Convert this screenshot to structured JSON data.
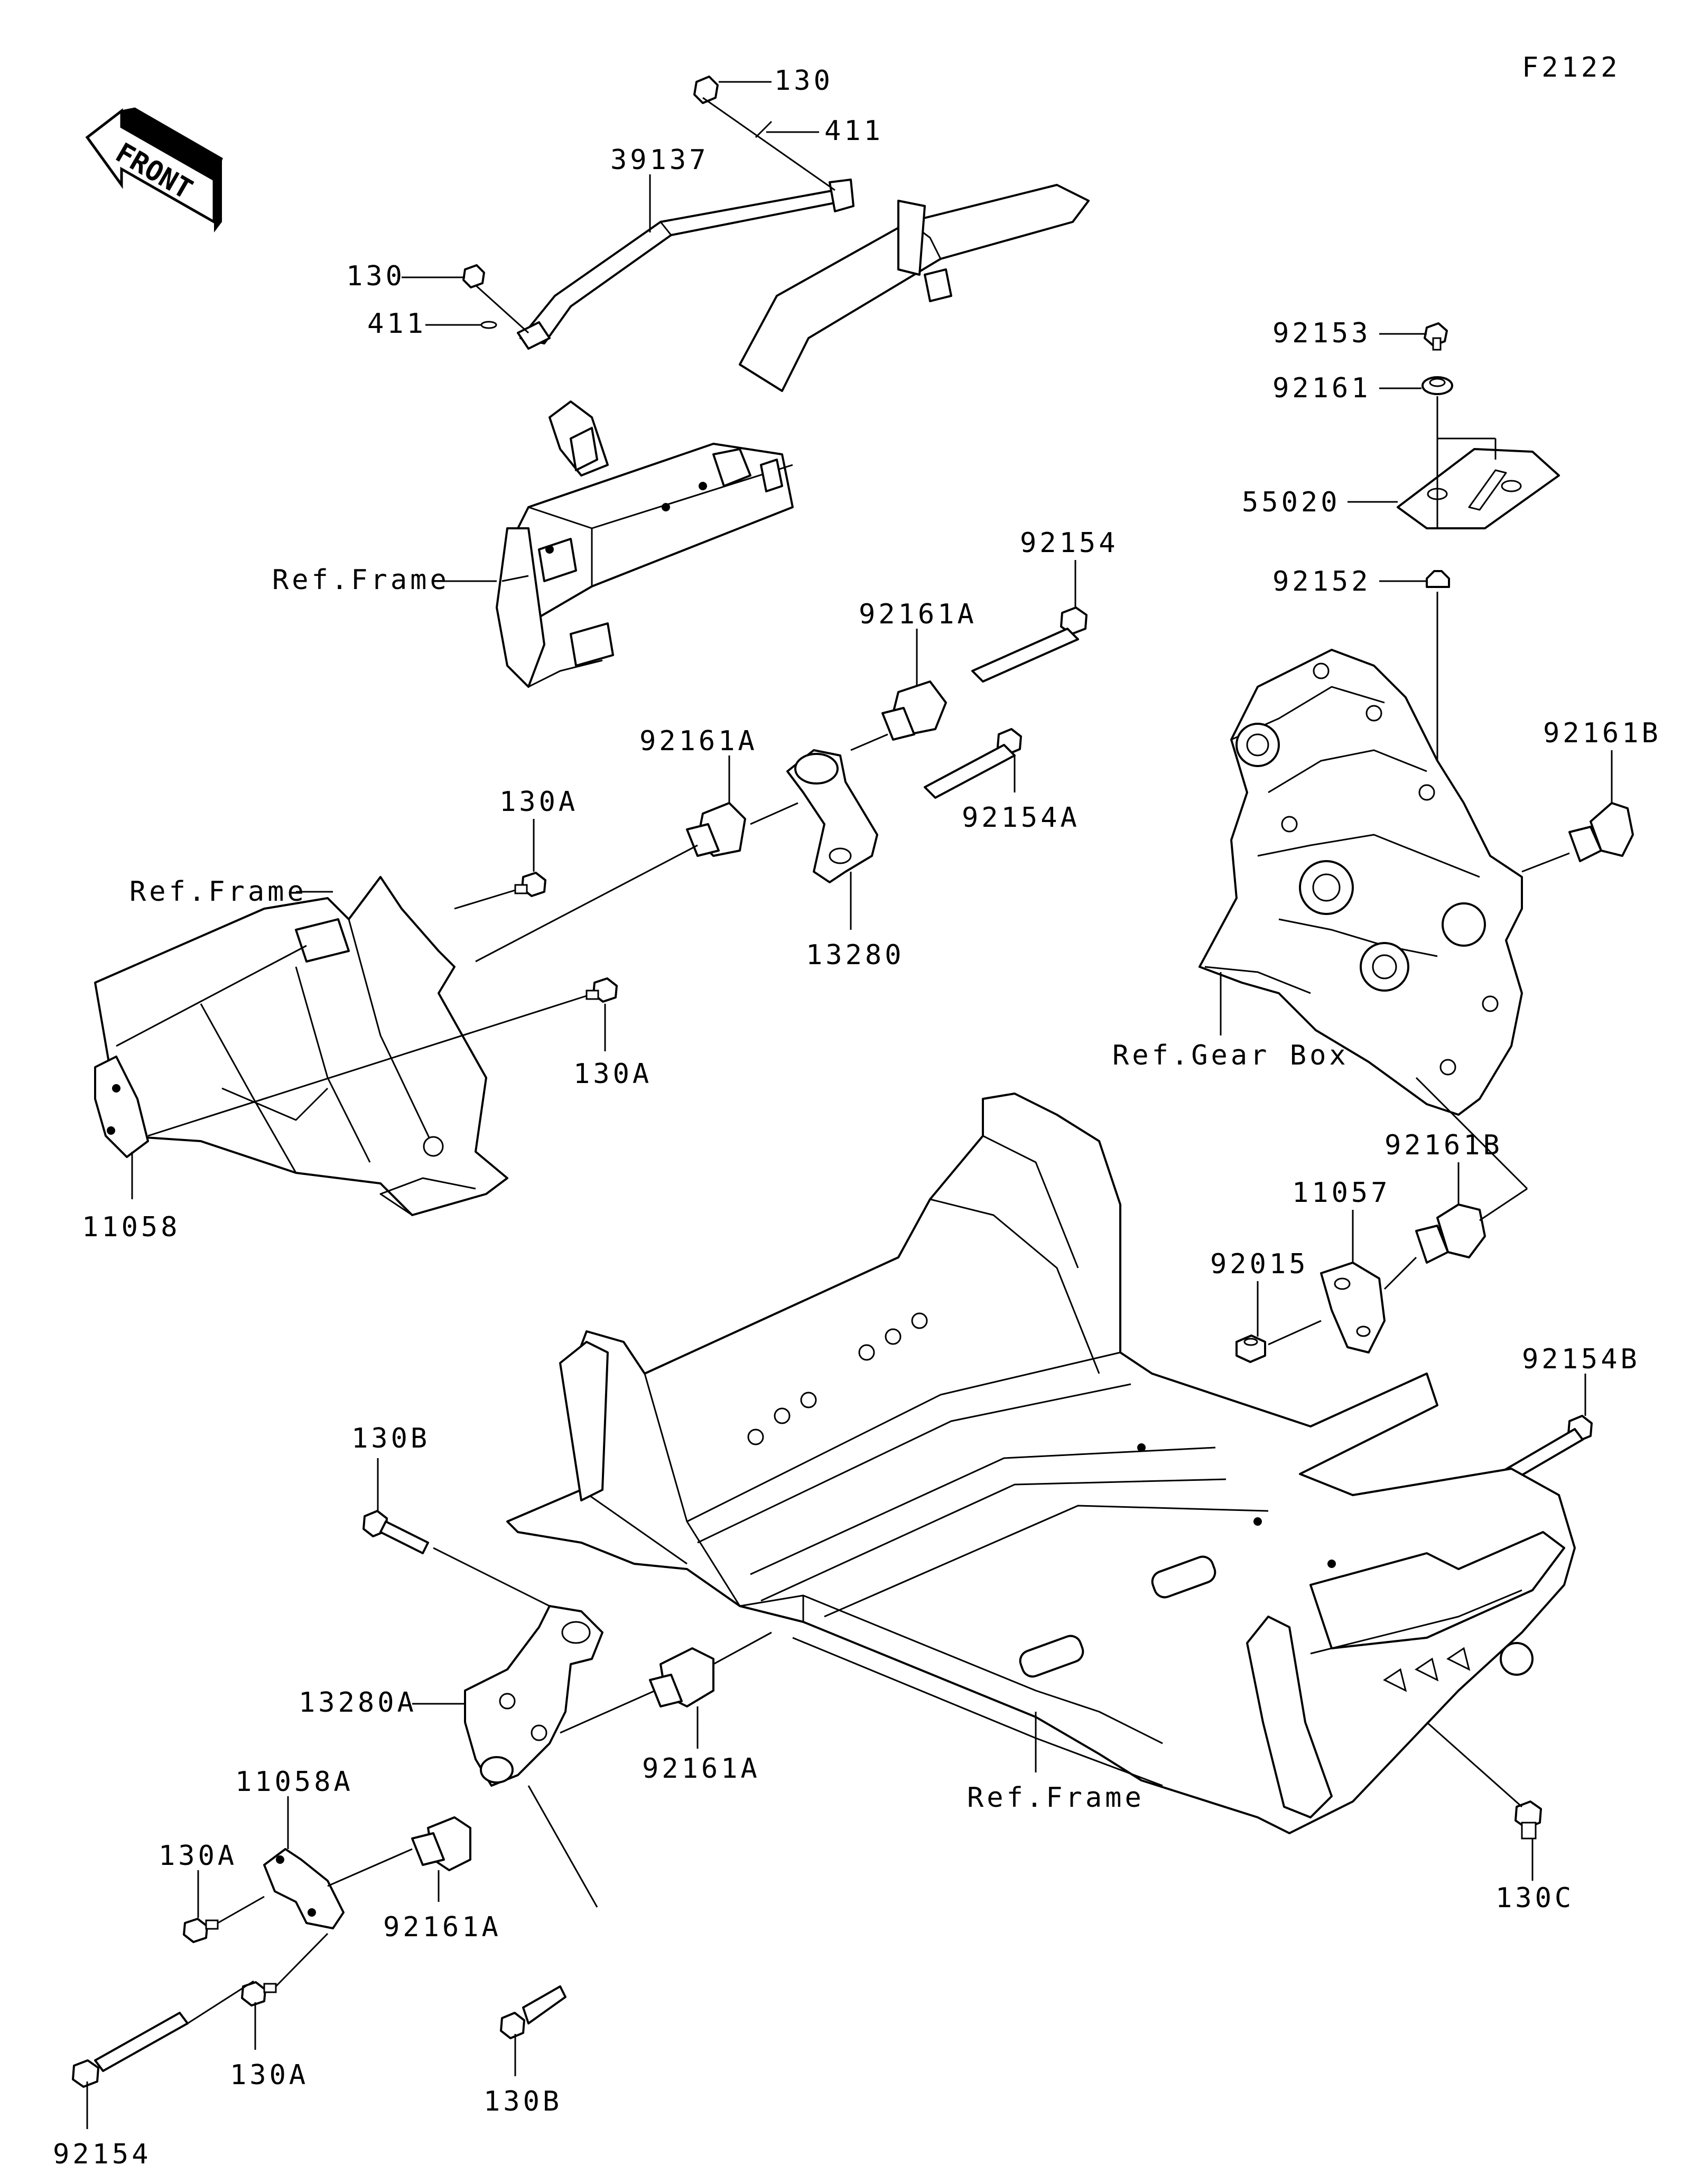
{
  "diagram": {
    "code": "F2122",
    "front_label": "FRONT",
    "labels": {
      "p130_top": "130",
      "p411_top": "411",
      "p39137": "39137",
      "p130_left": "130",
      "p411_left": "411",
      "ref_frame_top": "Ref.Frame",
      "p92153": "92153",
      "p92161": "92161",
      "p55020": "55020",
      "p92152": "92152",
      "p92154_mid": "92154",
      "p92161A_mid": "92161A",
      "p92161A_left": "92161A",
      "p92154A": "92154A",
      "p13280": "13280",
      "p130A_top": "130A",
      "ref_frame_left": "Ref.Frame",
      "p130A_mid": "130A",
      "p11058": "11058",
      "p92161B_top": "92161B",
      "ref_gear_box": "Ref.Gear Box",
      "p92161B_mid": "92161B",
      "p11057": "11057",
      "p92015": "92015",
      "p92154B": "92154B",
      "p130B_top": "130B",
      "p13280A": "13280A",
      "p92161A_low": "92161A",
      "p11058A": "11058A",
      "p130A_low1": "130A",
      "p92161A_bottom": "92161A",
      "ref_frame_bottom": "Ref.Frame",
      "p130C": "130C",
      "p130A_low2": "130A",
      "p130B_bottom": "130B",
      "p92154_bottom": "92154"
    }
  }
}
